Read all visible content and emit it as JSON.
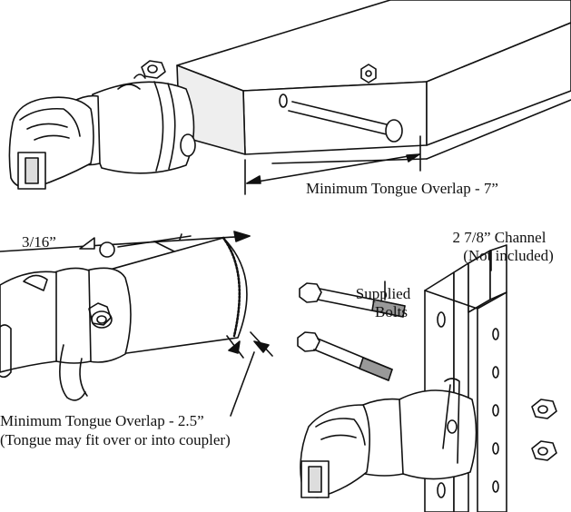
{
  "labels": {
    "overlap_7": "Minimum Tongue Overlap - 7”",
    "weld_size": "3/16”",
    "channel_size": "2 7/8” Channel",
    "channel_note": "(Not included)",
    "supplied": "Supplied",
    "bolts": "Bolts",
    "overlap_2_5": "Minimum Tongue Overlap - 2.5”",
    "tongue_note": "(Tongue may fit over or into coupler)"
  },
  "colors": {
    "line": "#111111",
    "fill": "#ffffff",
    "shade": "#d9d9d9",
    "thread": "#555555"
  }
}
